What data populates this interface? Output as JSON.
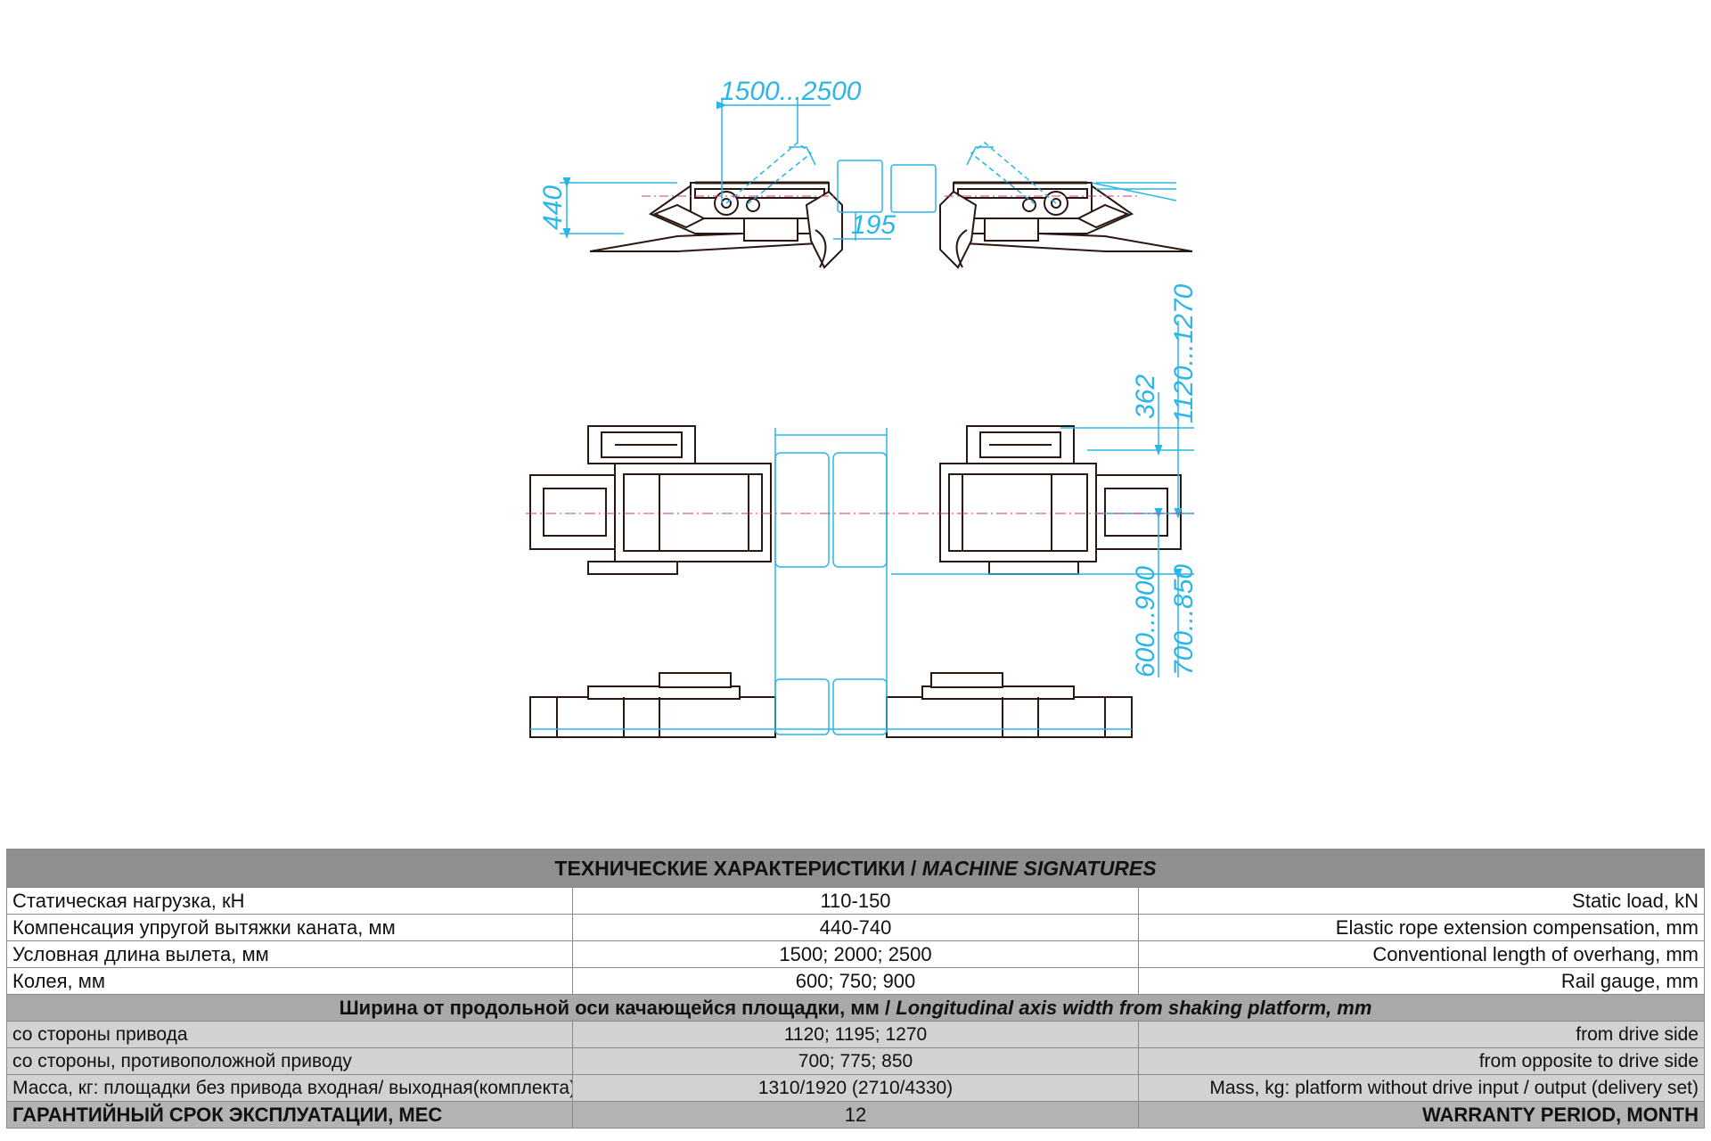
{
  "dimensions": {
    "overhang": "1500...2500",
    "height_440": "440",
    "gap_195": "195",
    "dim_362": "362",
    "dim_1120_1270": "1120...1270",
    "dim_600_900": "600...900",
    "dim_700_850": "700...850"
  },
  "colors": {
    "drawing": "#2a1712",
    "dimension": "#29b6e8",
    "centerline": "#d6336c",
    "header_dark": "#8f8f8f",
    "row_light": "#d2d2d2"
  },
  "table": {
    "title_ru": "ТЕХНИЧЕСКИЕ ХАРАКТЕРИСТИКИ / ",
    "title_en": "MACHINE SIGNATURES",
    "rows": [
      {
        "ru": "Статическая нагрузка, кН",
        "value": "110-150",
        "en": "Static load, kN"
      },
      {
        "ru": "Компенсация упругой вытяжки каната, мм",
        "value": "440-740",
        "en": "Elastic rope extension compensation, mm"
      },
      {
        "ru": "Условная длина вылета, мм",
        "value": "1500; 2000; 2500",
        "en": "Conventional length of overhang, mm"
      },
      {
        "ru": "Колея, мм",
        "value": "600; 750; 900",
        "en": "Rail gauge, mm"
      }
    ],
    "section_ru": "Ширина от продольной оси качающейся площадки, мм / ",
    "section_en": "Longitudinal axis width from shaking platform, mm",
    "sub_rows": [
      {
        "ru": "со стороны привода",
        "value": "1120; 1195; 1270",
        "en": "from drive side"
      },
      {
        "ru": "со стороны, противоположной приводу",
        "value": "700; 775; 850",
        "en": "from opposite to drive side"
      },
      {
        "ru": "Масса, кг: площадки без привода входная/ выходная(комплекта)",
        "value": "1310/1920 (2710/4330)",
        "en": "Mass, kg: platform without drive input / output (delivery set)"
      }
    ],
    "warranty": {
      "ru": "ГАРАНТИЙНЫЙ СРОК ЭКСПЛУАТАЦИИ, МЕС",
      "value": "12",
      "en": "WARRANTY PERIOD, MONTH"
    }
  }
}
